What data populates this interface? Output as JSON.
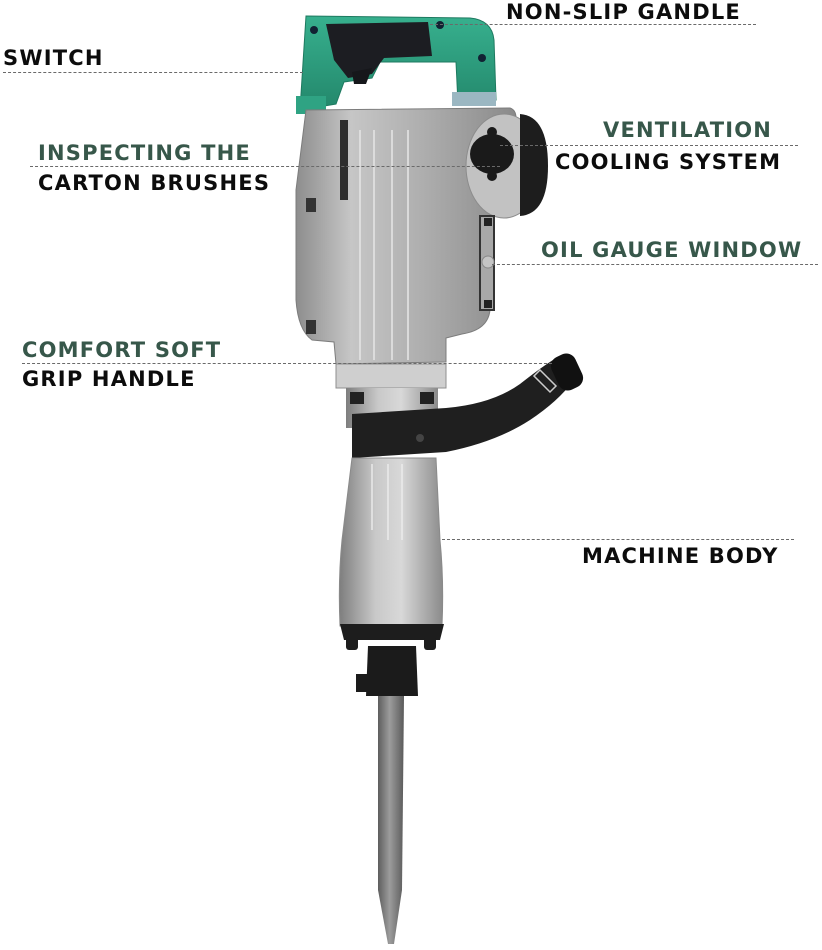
{
  "image": {
    "subject": "electric demolition jack hammer",
    "colors": {
      "handle_green": "#2fa383",
      "grip_black": "#1c1d22",
      "housing_silver": "#b3b3b3",
      "label_green": "#37574a",
      "label_dark": "#0c0c0c"
    }
  },
  "callouts": [
    {
      "id": "non-slip-gandle",
      "lines": [
        "NON-SLIP GANDLE"
      ]
    },
    {
      "id": "switch",
      "lines": [
        "SWITCH"
      ]
    },
    {
      "id": "carton-brushes",
      "lines": [
        "INSPECTING THE",
        "CARTON BRUSHES"
      ]
    },
    {
      "id": "ventilation",
      "lines": [
        "VENTILATION",
        "COOLING SYSTEM"
      ]
    },
    {
      "id": "oil-gauge",
      "lines": [
        "OIL GAUGE WINDOW"
      ]
    },
    {
      "id": "grip-handle",
      "lines": [
        "COMFORT SOFT",
        "GRIP HANDLE"
      ]
    },
    {
      "id": "machine-body",
      "lines": [
        "MACHINE BODY"
      ]
    }
  ]
}
